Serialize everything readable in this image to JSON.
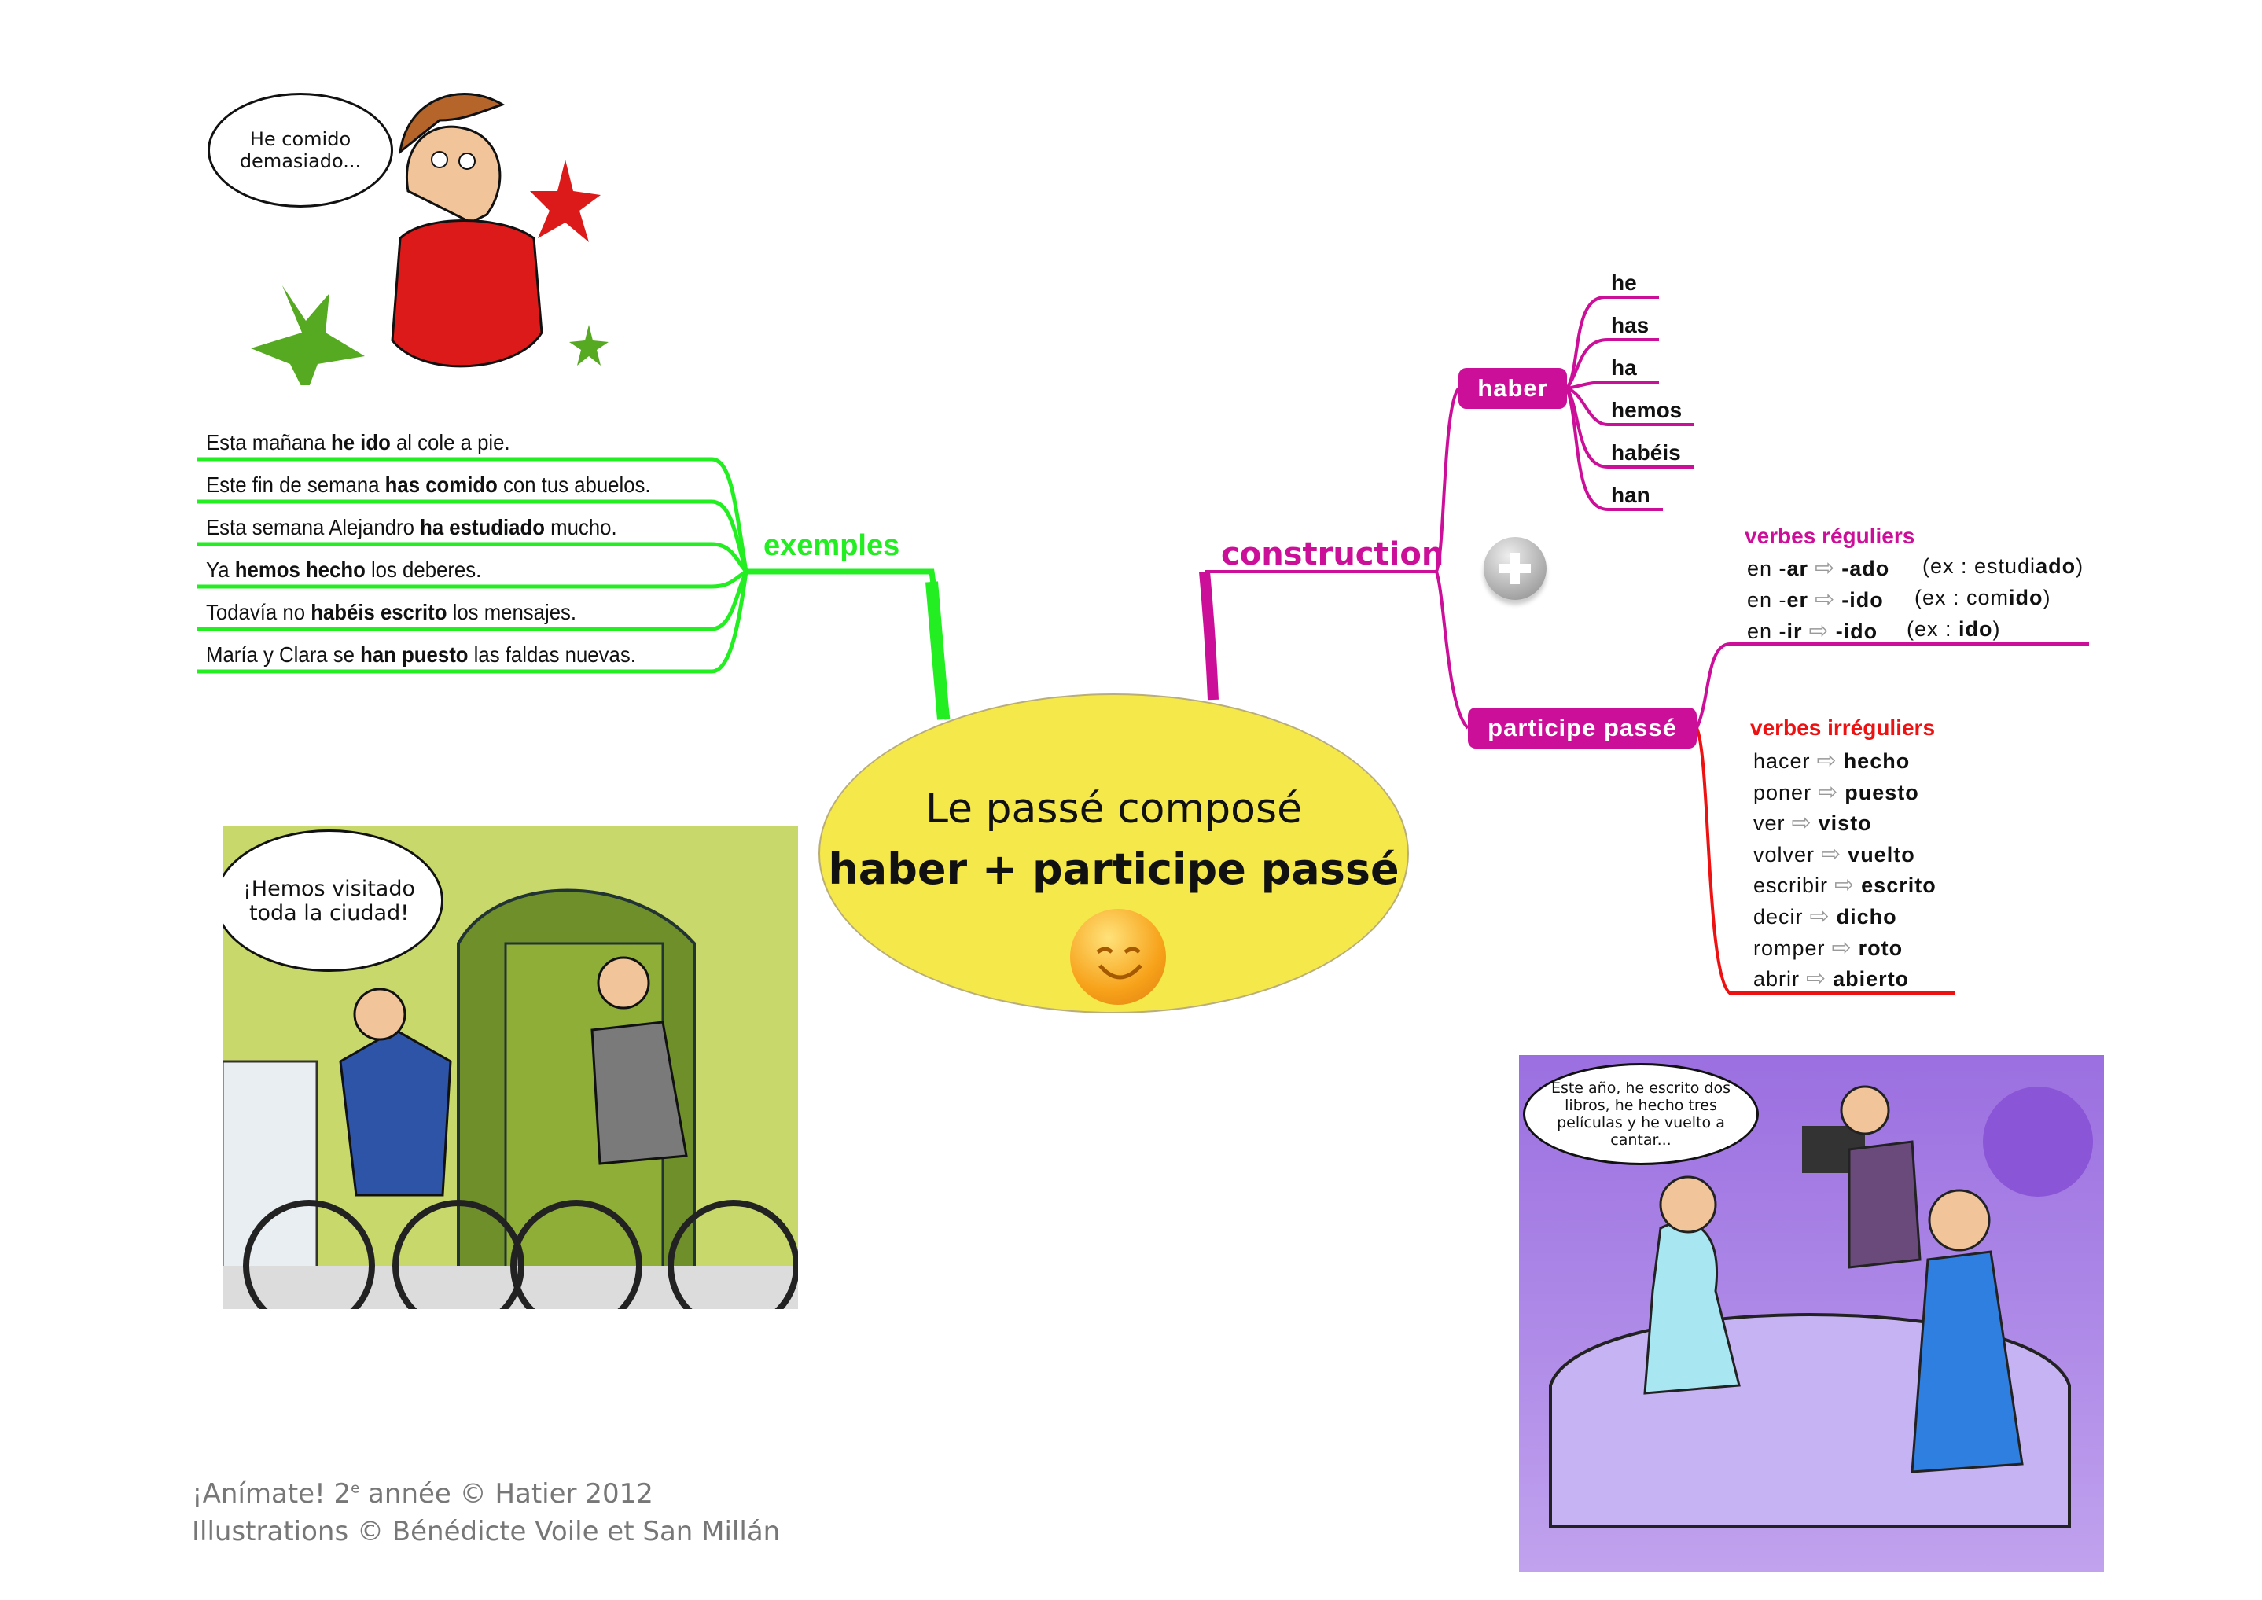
{
  "center": {
    "title": "Le passé composé",
    "formula": "haber + participe passé"
  },
  "colors": {
    "exemples": "#22ee22",
    "construction": "#cc0f99",
    "irregular": "#ee1111"
  },
  "exemples": {
    "label": "exemples",
    "sentences": [
      {
        "pre": "Esta mañana ",
        "bold": "he ido",
        "post": " al cole a pie."
      },
      {
        "pre": "Este fin de semana ",
        "bold": "has comido",
        "post": " con tus abuelos."
      },
      {
        "pre": "Esta semana Alejandro ",
        "bold": "ha estudiado",
        "post": " mucho."
      },
      {
        "pre": "Ya ",
        "bold": "hemos hecho",
        "post": " los deberes."
      },
      {
        "pre": "Todavía no ",
        "bold": "habéis escrito",
        "post": " los mensajes."
      },
      {
        "pre": "María y Clara se ",
        "bold": "han puesto",
        "post": " las faldas nuevas."
      }
    ]
  },
  "construction": {
    "label": "construction",
    "haber": {
      "label": "haber",
      "forms": [
        "he",
        "has",
        "ha",
        "hemos",
        "habéis",
        "han"
      ]
    },
    "plus_icon": "plus-circle-icon",
    "participe": {
      "label": "participe passé",
      "regular": {
        "title": "verbes réguliers",
        "rows": [
          {
            "prefix": "en -",
            "ending": "ar",
            "result": "-ado",
            "ex_pre": "(ex : estudi",
            "ex_bold": "ado",
            "ex_post": ")"
          },
          {
            "prefix": "en -",
            "ending": "er",
            "result": "-ido",
            "ex_pre": "(ex : com",
            "ex_bold": "ido",
            "ex_post": ")"
          },
          {
            "prefix": "en -",
            "ending": "ir",
            "result": "-ido",
            "ex_pre": "(ex : ",
            "ex_bold": "ido",
            "ex_post": ")"
          }
        ]
      },
      "irregular": {
        "title": "verbes irréguliers",
        "rows": [
          {
            "inf": "hacer",
            "pp": "hecho"
          },
          {
            "inf": "poner",
            "pp": "puesto"
          },
          {
            "inf": "ver",
            "pp": "visto"
          },
          {
            "inf": "volver",
            "pp": "vuelto"
          },
          {
            "inf": "escribir",
            "pp": "escrito"
          },
          {
            "inf": "decir",
            "pp": "dicho"
          },
          {
            "inf": "romper",
            "pp": "roto"
          },
          {
            "inf": "abrir",
            "pp": "abierto"
          }
        ]
      }
    }
  },
  "illustrations": {
    "boy_bubble": "He comido demasiado...",
    "bikes_bubble": "¡Hemos visitado toda la ciudad!",
    "tv_bubble": "Este año, he escrito dos libros, he hecho tres películas y he vuelto a cantar..."
  },
  "footer": {
    "line1_pre": "¡Anímate! 2",
    "line1_sup": "e",
    "line1_post": " année © Hatier 2012",
    "line2": "Illustrations © Bénédicte Voile et San Millán"
  }
}
